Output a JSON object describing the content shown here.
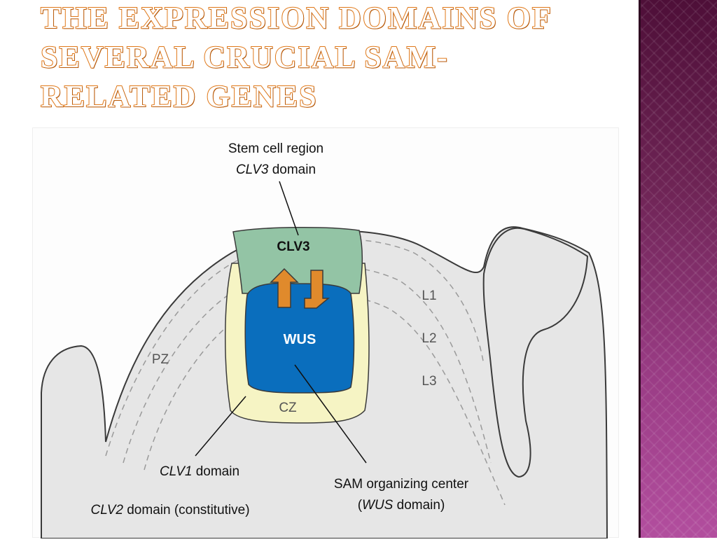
{
  "slide": {
    "title_lines": [
      "THE EXPRESSION DOMAINS OF",
      "SEVERAL CRUCIAL SAM-",
      "RELATED GENES"
    ]
  },
  "diagram": {
    "labels": {
      "stem_cell_region": "Stem cell region",
      "clv3_domain_gene": "CLV3",
      "clv3_domain_word": " domain",
      "clv3": "CLV3",
      "wus": "WUS",
      "cz": "CZ",
      "pz": "PZ",
      "l1": "L1",
      "l2": "L2",
      "l3": "L3",
      "clv1_gene": "CLV1",
      "clv1_word": " domain",
      "clv2_gene": "CLV2",
      "clv2_word": " domain (constitutive)",
      "sam_center": "SAM organizing center",
      "wus_domain_open": "(",
      "wus_domain_gene": "WUS",
      "wus_domain_close": " domain)"
    },
    "colors": {
      "tissue_fill": "#e6e6e6",
      "clv3_fill": "#93c4a5",
      "wus_fill": "#0a6ebd",
      "cz_fill": "#f6f4c4",
      "arrow_fill": "#e08a2c",
      "dashed_line": "#9a9a9a"
    }
  }
}
